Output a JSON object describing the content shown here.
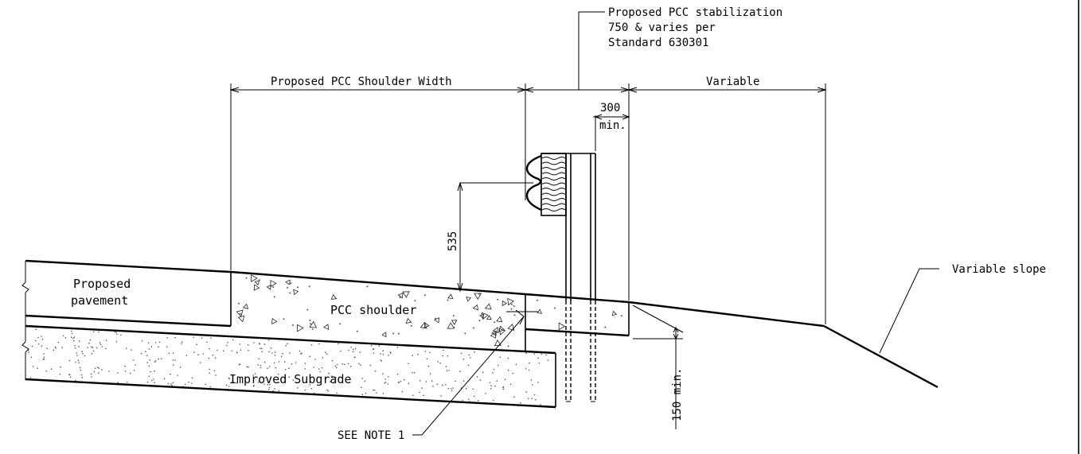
{
  "labels": {
    "callout_line1": "Proposed PCC stabilization",
    "callout_line2": "750 & varies per",
    "callout_line3": "Standard 630301",
    "shoulder_width": "Proposed PCC Shoulder Width",
    "variable": "Variable",
    "dim_300": "300",
    "dim_min": "min.",
    "dim_535": "535",
    "variable_slope": "Variable slope",
    "pavement_line1": "Proposed",
    "pavement_line2": "pavement",
    "pcc_shoulder": "PCC shoulder",
    "subgrade": "Improved Subgrade",
    "see_note": "SEE NOTE 1",
    "dim_150": "150 min."
  }
}
